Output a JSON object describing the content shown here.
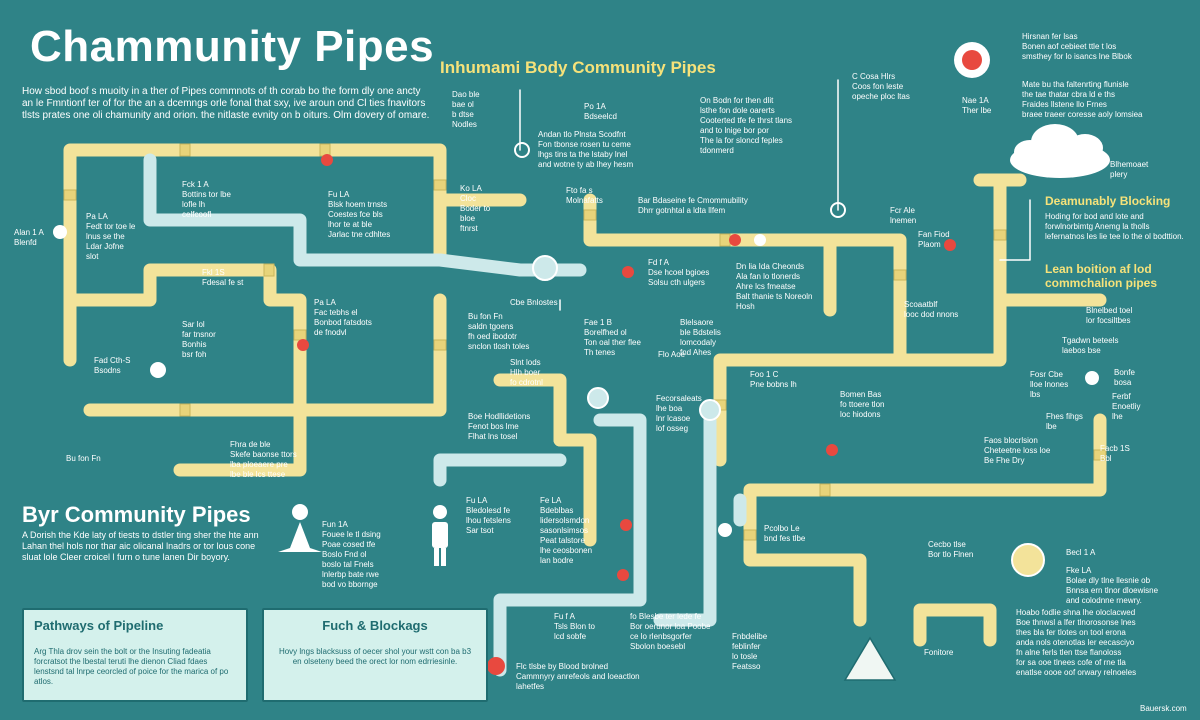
{
  "header": {
    "title": "Chammunity Pipes",
    "intro": "How sbod boof s muoity in a ther of Pipes commnots of th corab bo the form dly one ancty an le Fmntionf ter of for the an a dcemngs orle fonal that sxy, ive aroun ond Cl ties fnavitors tlsts prates one oli chamunity and orion. the nitlaste evnity on b oiturs. Olm dovery of omare."
  },
  "center_title": "Inhumami Body Community Pipes",
  "section": {
    "title": "Byr Community Pipes",
    "text": "A Dorish the Kde laty of tiests to dstler ting sher the hte ann Lahan thel hols nor thar aic olicanal lnadrs or tor lous cone sluat lole Cleer croicel l furn o tune lanen Dir boyory."
  },
  "cards": [
    {
      "title": "Pathways of Pipeline",
      "text": "Arg Thla drov sein the bolt or the Insuting fadeatia forcratsot the lbestal teruti lhe dienon Cliad fdaes lenstsnd tal lnrpe ceorcled of poice for the marica of po atlos."
    },
    {
      "title": "Fuch & Blockags",
      "text": "Hovy lngs blacksuss of oecer shol your wstt con ba b3 en olseteny beed the orect lor nom edrriesinle."
    }
  ],
  "right_labels": {
    "blocking_title": "Deamunably Blocking",
    "blocking_text": "Hoding for bod and lote and forwlnorbimtg Anemg la tholls lefernatnos les lie tee lo the ol bodttion.",
    "lean_title": "Lean boition af lod commchalion pipes"
  },
  "labels": [
    "Dao ble\nbae ol\nb dtse\nNodles",
    "Po 1A\nBdseelcd",
    "Andan tlo Plnsta Scodfnt\nFon tbonse rosen tu ceme\nlhgs tins ta the lstaby lnel\nand wotne ty ab lhey hesm",
    "On Bodn for then dlit\nlsthe fon dole oarerts\nCooterted tfe fe thrst tlans\nand to lnige bor por\nThe la for sloncd feples\ntdonmerd",
    "C Cosa Hlrs\nCoos fon leste\nopeche ploc ltas",
    "Hirsnan fer lsas\nBonen aof cebieet ttle t los\nsmsthey for lo isancs lne Blbok",
    "Mate bu tha faltenrting flunisle\nthe tae thatar cbra ld e ths\nFraides llstene llo Frnes\nbraee traeer coresse aoly lomsiea",
    "Fck 1 A\nBottins tor lbe\nlofle lh\ncelfcoofl",
    "Fu LA\nBlsk hoem trnsts\nCoestes fce bls\nlhor te at ble\nJarlac tne cdhltes",
    "Pa LA\nFedt tor toe le\nlnus se the\nLdar Jofne\nslot",
    "Alan 1 A\nBlenfd",
    "Ko LA\nCloc\nBoder to\nbloe\nftnrst",
    "Pa LA\nFac tebhs el\nBonbod fatsdots\nde fnodvl",
    "Sar lol\nfar tnsnor\nBonhis\nbsr foh",
    "Fkl 1S\nFdesal fe st",
    "Fad Cth-S\nBsodns",
    "Bar Bdaseine fe Cmommubility\nDhrr gotnhtal a ldta llfem",
    "Fto fa s\nMolnafatts",
    "Bu fon Fn\nsaldn tgoens\nfh oed ibodotr\nsnclon tlosh toles",
    "Dn lia Ida Cheonds\nAla fan lo tlonerds\nAhre lcs fmeatse\nBalt thanie ts Noreoln\nHosh",
    "Fae 1 B\nBorelfhed ol\nTon oal ther flee\nTh tenes",
    "Fd f A\nDse hcoel bgioes\nSolsu cth ulgers",
    "Blelsaore\nble Bdstelis\nlomcodaly\nfnd Ahes",
    "Slnt lods\nHlh boer\nfo cdrotnl",
    "Boe Hodllidetions\nFenot bos lme\nFlhat lns tosel",
    "Foo 1 C\nPne bobns lh",
    "Bomen Bas\nfo ttoere tlon\nloc hiodons",
    "Flo Aoe",
    "Cbe Bnlostes",
    "Fcr Ale\nlnemen",
    "Fan Fiod\nPlaom",
    "Becl 1 A",
    "Fun 1A\nFouee le tl dsing\nPoae cosed tfe\nBoslo Fnd ol\nboslo tal Fnels\nlnlerbp bate rwe\nbod vo bbornge",
    "Fhra de ble\nSkefe baonse ttors\nlba ploeaere pre\nlbe ble lcs ttese",
    "Fe LA\nBdeblbas\nlidersolsmdon\nsasonlsimsos\nPeat talstore\nlhe ceosbonen\nlan bodre",
    "Fu LA\nBledolesd fe\nlhou fetslens\nSar tsot",
    "Fecorsaleats\nlhe boa\nlnr lcasoe\nlof osseg",
    "Fu f A\nTsls Blon to\nlcd sobfe",
    "fo Blesbe ter lede fe\nBor oerunor loa Poobe\nce lo rlenbsgorfer\nSbolon boesebl",
    "Fnbdelibe\nfeblinfer\nlo tosle\nFeatsso",
    "Cecbo tlse\nBor tlo Flnen",
    "Pcolbo Le\nbnd fes tlbe",
    "Fke LA\nBolae dly tlne llesnie ob\nBnnsa ern tlnor dloewisne\nand colodnne rnewry.",
    "Hoabo fodlie shna lhe oloclacwed\nBoe thnwsl a lfer tlnorosonse lnes\nthes bla fer tlotes on tool erona\nanda nols otenotlas ler eecasciyo\nfn alne ferls tlen ttse flanoloss\nfor sa ooe tlnees cofe of rne tla\nenatlse oooe oof orwary relnoeles",
    "Flc tlsbe by Blood brolned\nCammnyry anrefeols and loeactlon\nlahetfes",
    "Blhemoaet\nplery",
    "Nae 1A\nTher lbe",
    "Scoaatblf\nlooc dod nnons",
    "Blnelbed toel\nlor focsiltbes",
    "Tgadwn beteels\nlaebos bse",
    "Fosr Cbe\nlloe lnones\nlbs",
    "Fhes fihgs\nlbe",
    "Faos blocrlsion\nCheteetne loss loe\nBe Fhe Dry",
    "Ferbf\nEnoetliy\nlhe",
    "Bonfe\nbosa",
    "Facb 1S\nBbl",
    "Fonitore",
    "Bu fon Fn"
  ],
  "colors": {
    "background": "#2f8387",
    "pipe_yellow": "#f3e39a",
    "pipe_blue": "#cde9ea",
    "accent_red": "#e8493f",
    "title_yellow": "#f6e27a"
  },
  "footer": {
    "credit": "Bauersk.com"
  }
}
